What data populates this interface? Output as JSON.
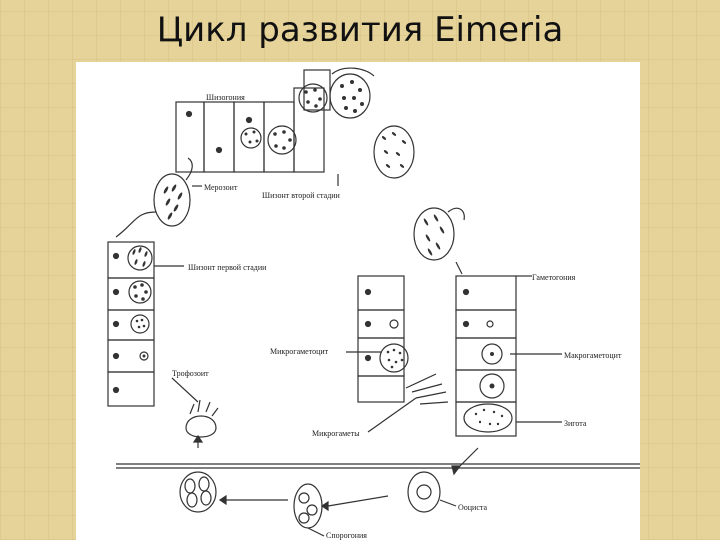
{
  "title": "Цикл развития Eimeria",
  "labels": {
    "schizogony": "Шизогония",
    "merozoite": "Мерозоит",
    "schizont_second": "Шизонт второй стадии",
    "schizont_first": "Шизонт первой стадии",
    "trophozoite": "Трофозоит",
    "gametogony": "Гаметогония",
    "microgametocyte": "Микрогаметоцит",
    "macrogametocyte": "Макрогаметоцит",
    "microgametes": "Микрогаметы",
    "zygote": "Зигота",
    "oocyst": "Ооциста",
    "sporogony": "Спорогония"
  }
}
